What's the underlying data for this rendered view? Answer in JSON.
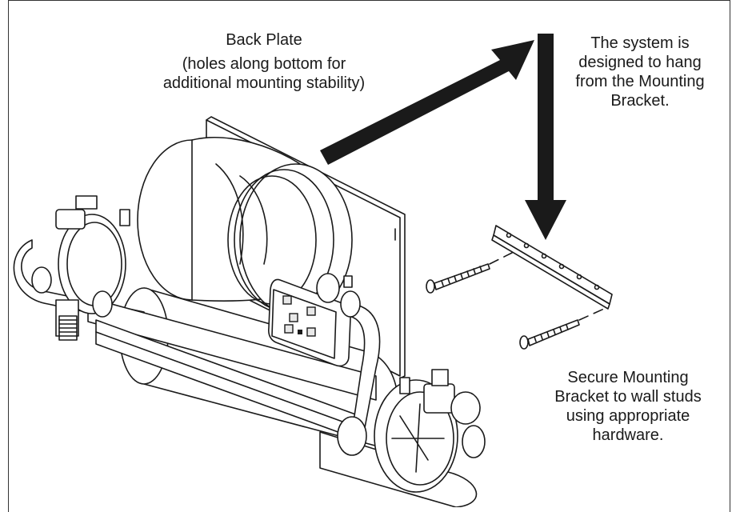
{
  "labels": {
    "back_plate_title": "Back Plate",
    "back_plate_line1": "(holes along bottom for",
    "back_plate_line2": "additional mounting stability)",
    "hang_line1": "The system is",
    "hang_line2": "designed to hang",
    "hang_line3": "from the Mounting",
    "hang_line4": "Bracket.",
    "secure_line1": "Secure Mounting",
    "secure_line2": "Bracket to wall studs",
    "secure_line3": "using appropriate",
    "secure_line4": "hardware."
  },
  "colors": {
    "line": "#1a1a1a",
    "background": "#ffffff",
    "shade": "#e8e8e8"
  },
  "icons": {
    "arrow_to_bracket": "arrow-up-right-icon",
    "arrow_down": "arrow-down-icon",
    "screw": "screw-icon",
    "bracket": "mounting-bracket-icon"
  }
}
